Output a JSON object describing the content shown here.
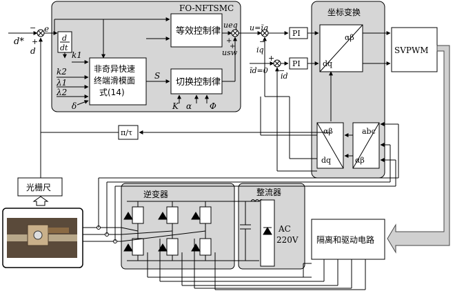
{
  "title": "FO-NFTSMC",
  "inputs": {
    "d_star": "d*",
    "d": "d",
    "e": "e",
    "minus": "−",
    "plus": "+"
  },
  "derivative": {
    "num": "d",
    "den": "dt"
  },
  "nftsmc_block": {
    "line1": "非奇异快速",
    "line2": "终端滑模面",
    "line3": "式(14)",
    "params": [
      "k1",
      "k2",
      "λ1",
      "λ2",
      "δ"
    ]
  },
  "equivalent_law": {
    "label": "等效控制律",
    "out": "ueq"
  },
  "switching_law": {
    "label": "切换控制律",
    "params": [
      "K",
      "α",
      "Φ"
    ]
  },
  "surface_signal": "S",
  "usw": "usw",
  "current_loop": {
    "u_eq_iq": "u=ĩq",
    "iq": "iq",
    "id_ref": "ĩd=0",
    "id": "id",
    "pi_label": "PI"
  },
  "coord_transform": {
    "title": "坐标变换",
    "alpha_beta": "αβ",
    "dq": "dq",
    "abc": "abc"
  },
  "svpwm": "SVPWM",
  "pi_over_tau": "π/τ",
  "grating": "光栅尺",
  "inverter": "逆变器",
  "rectifier": "整流器",
  "ac_label": "AC",
  "ac_voltage": "220V",
  "driver": "隔离和驱动电路",
  "colors": {
    "panel": "#d6d6d6",
    "box": "#ffffff",
    "line": "#000000",
    "arrow_fill": "#d0d0d0"
  }
}
